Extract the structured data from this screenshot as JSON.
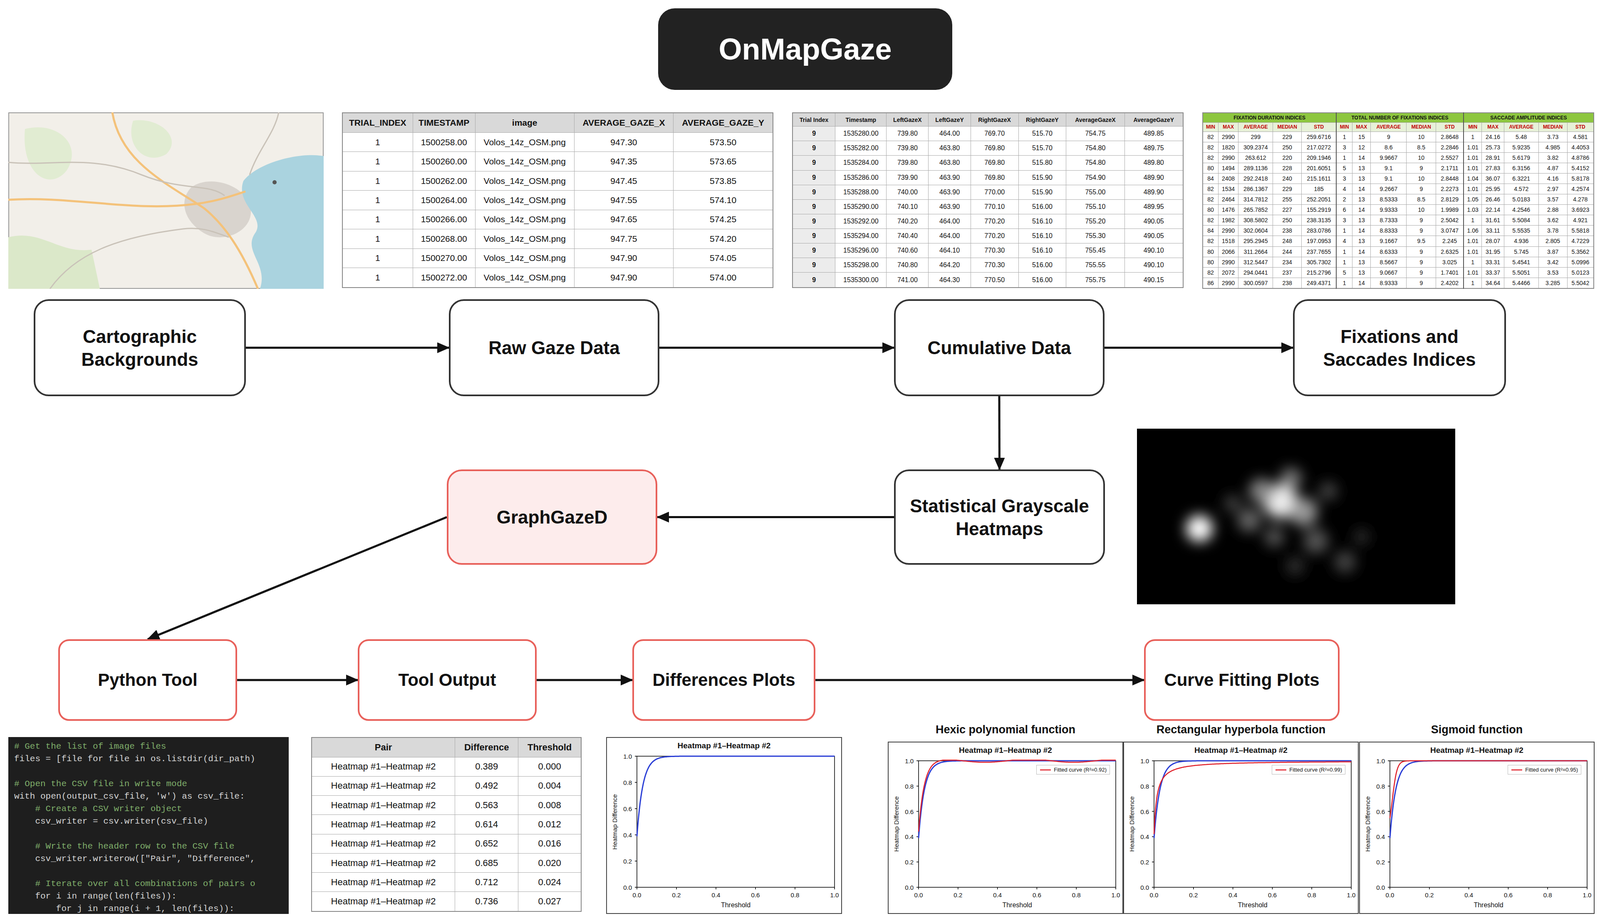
{
  "diagram": {
    "title": "OnMapGaze",
    "nodes": [
      {
        "text": [
          "Cartographic Backgrounds"
        ]
      },
      {
        "text": [
          "Raw Gaze Data"
        ]
      },
      {
        "text": [
          "Cumulative Data"
        ]
      },
      {
        "text": [
          "Fixations and Saccades Indices"
        ]
      },
      {
        "text": [
          "GraphGazeD"
        ]
      },
      {
        "text": [
          "Statistical Grayscale Heatmaps"
        ]
      },
      {
        "text": [
          "Python Tool"
        ]
      },
      {
        "text": [
          "Tool Output"
        ]
      },
      {
        "text": [
          "Differences Plots"
        ]
      },
      {
        "text": [
          "Curve Fitting Plots"
        ]
      }
    ],
    "edges": [
      {
        "from": 0,
        "to": 1,
        "arrow": "to"
      },
      {
        "from": 1,
        "to": 2,
        "arrow": "to"
      },
      {
        "from": 2,
        "to": 3,
        "arrow": "to"
      },
      {
        "from": 2,
        "to": 5,
        "arrow": "to"
      },
      {
        "from": 5,
        "to": 4,
        "arrow": "to"
      },
      {
        "from": 4,
        "to": 6,
        "arrow": "to"
      },
      {
        "from": 6,
        "to": 7,
        "arrow": "to"
      },
      {
        "from": 7,
        "to": 8,
        "arrow": "to"
      },
      {
        "from": 8,
        "to": 9,
        "arrow": "to"
      }
    ],
    "labels": [
      "TRIAL_INDEX",
      "TIMESTAMP",
      "image",
      "AVERAGE_GAZE_X",
      "AVERAGE_GAZE_Y",
      "1",
      "1500258.00",
      "Volos_14z_OSM.png",
      "947.30",
      "573.50",
      "1",
      "1500260.00",
      "Volos_14z_OSM.png",
      "947.35",
      "573.65",
      "1",
      "1500262.00",
      "Volos_14z_OSM.png",
      "947.45",
      "573.85",
      "1",
      "1500264.00",
      "Volos_14z_OSM.png",
      "947.55",
      "574.10",
      "1",
      "1500266.00",
      "Volos_14z_OSM.png",
      "947.65",
      "574.25",
      "1",
      "1500268.00",
      "Volos_14z_OSM.png",
      "947.75",
      "574.20",
      "1",
      "1500270.00",
      "Volos_14z_OSM.png",
      "947.90",
      "574.05",
      "1",
      "1500272.00",
      "Volos_14z_OSM.png",
      "947.90",
      "574.00",
      "Trial Index",
      "Timestamp",
      "LeftGazeX",
      "LeftGazeY",
      "RightGazeX",
      "RightGazeY",
      "AverageGazeX",
      "AverageGazeY",
      "9",
      "1535280.00",
      "739.80",
      "464.00",
      "769.70",
      "515.70",
      "754.75",
      "489.85",
      "9",
      "1535282.00",
      "739.80",
      "463.80",
      "769.80",
      "515.70",
      "754.80",
      "489.75",
      "9",
      "1535284.00",
      "739.80",
      "463.80",
      "769.80",
      "515.80",
      "754.80",
      "489.80",
      "9",
      "1535286.00",
      "739.90",
      "463.90",
      "769.80",
      "515.90",
      "754.90",
      "489.90",
      "9",
      "1535288.00",
      "740.00",
      "463.90",
      "770.00",
      "515.90",
      "755.00",
      "489.90",
      "9",
      "1535290.00",
      "740.10",
      "463.90",
      "770.10",
      "516.00",
      "755.10",
      "489.95",
      "9",
      "1535292.00",
      "740.20",
      "464.00",
      "770.20",
      "516.10",
      "755.20",
      "490.05",
      "9",
      "1535294.00",
      "740.40",
      "464.00",
      "770.20",
      "516.10",
      "755.30",
      "490.05",
      "9",
      "1535296.00",
      "740.60",
      "464.10",
      "770.30",
      "516.10",
      "755.45",
      "490.10",
      "9",
      "1535298.00",
      "740.80",
      "464.20",
      "770.30",
      "516.00",
      "755.55",
      "490.10",
      "9",
      "1535300.00",
      "741.00",
      "464.30",
      "770.50",
      "516.00",
      "755.75",
      "490.15",
      "FIXATION DURATION INDICES",
      "TOTAL NUMBER OF FIXATIONS INDICES",
      "SACCADE AMPLITUDE INDICES",
      "MIN",
      "MAX",
      "AVERAGE",
      "MEDIAN",
      "STD",
      "MIN",
      "MAX",
      "AVERAGE",
      "MEDIAN",
      "STD",
      "MIN",
      "MAX",
      "AVERAGE",
      "MEDIAN",
      "STD",
      "82",
      "2990",
      "299",
      "229",
      "259.6716",
      "1",
      "15",
      "9",
      "10",
      "2.8648",
      "1",
      "24.16",
      "5.48",
      "3.73",
      "4.581",
      "82",
      "1820",
      "309.2374",
      "250",
      "217.0272",
      "3",
      "12",
      "8.6",
      "8.5",
      "2.2846",
      "1.01",
      "25.73",
      "5.9235",
      "4.985",
      "4.4053",
      "82",
      "2990",
      "263.612",
      "220",
      "209.1946",
      "1",
      "14",
      "9.9667",
      "10",
      "2.5527",
      "1.01",
      "28.91",
      "5.6179",
      "3.82",
      "4.8786",
      "80",
      "1494",
      "289.1136",
      "228",
      "201.6051",
      "5",
      "13",
      "9.1",
      "9",
      "2.1711",
      "1.01",
      "27.83",
      "6.3156",
      "4.87",
      "5.4152",
      "84",
      "2408",
      "292.2418",
      "240",
      "215.1611",
      "3",
      "13",
      "9.1",
      "10",
      "2.8448",
      "1.04",
      "36.07",
      "6.3221",
      "4.16",
      "5.8178",
      "82",
      "1534",
      "286.1367",
      "229",
      "185",
      "4",
      "14",
      "9.2667",
      "9",
      "2.2273",
      "1.01",
      "25.95",
      "4.572",
      "2.97",
      "4.2574",
      "82",
      "2464",
      "314.7812",
      "255",
      "252.2051",
      "2",
      "13",
      "8.5333",
      "8.5",
      "2.8129",
      "1.05",
      "26.46",
      "5.0183",
      "3.57",
      "4.278",
      "80",
      "1476",
      "265.7852",
      "227",
      "155.2919",
      "6",
      "14",
      "9.9333",
      "10",
      "1.9989",
      "1.03",
      "22.14",
      "4.2546",
      "2.88",
      "3.6923",
      "82",
      "1982",
      "308.5802",
      "250",
      "238.3135",
      "3",
      "13",
      "8.7333",
      "9",
      "2.5042",
      "1",
      "31.61",
      "5.5084",
      "3.62",
      "4.921",
      "84",
      "2990",
      "302.0604",
      "238",
      "283.0786",
      "1",
      "14",
      "8.8333",
      "9",
      "3.0747",
      "1.06",
      "33.11",
      "5.5535",
      "3.78",
      "5.5818",
      "82",
      "1518",
      "295.2945",
      "248",
      "197.0953",
      "4",
      "13",
      "9.1667",
      "9.5",
      "2.245",
      "1.01",
      "28.07",
      "4.936",
      "2.805",
      "4.7229",
      "80",
      "2066",
      "311.2664",
      "244",
      "237.7655",
      "1",
      "14",
      "8.6333",
      "9",
      "2.6325",
      "1.01",
      "31.95",
      "5.745",
      "3.87",
      "5.3562",
      "80",
      "2990",
      "312.5447",
      "234",
      "305.7302",
      "1",
      "13",
      "8.5667",
      "9",
      "3.025",
      "1",
      "33.31",
      "5.4541",
      "3.42",
      "5.0996",
      "82",
      "2072",
      "294.0441",
      "237",
      "215.2796",
      "5",
      "13",
      "9.0667",
      "9",
      "1.7401",
      "1.01",
      "33.37",
      "5.5051",
      "3.53",
      "5.0123",
      "86",
      "2990",
      "300.0597",
      "238",
      "249.4371",
      "1",
      "14",
      "8.9333",
      "9",
      "2.4202",
      "1",
      "34.64",
      "5.4466",
      "3.285",
      "5.5042",
      "# Get the list of image files",
      "files = [file for file in os.listdir(dir_path)",
      "# Open the CSV file in write mode",
      "with open(output_csv_file, 'w') as csv_file:",
      "    # Create a CSV writer object",
      "    csv_writer = csv.writer(csv_file)",
      "    # Write the header row to the CSV file",
      "    csv_writer.writerow([\"Pair\", \"Difference\",",
      "    # Iterate over all combinations of pairs o",
      "    for i in range(len(files)):",
      "        for j in range(i + 1, len(files)):",
      "Pair",
      "Difference",
      "Threshold",
      "Heatmap #1–Heatmap #2",
      "0.389",
      "0.000",
      "Heatmap #1–Heatmap #2",
      "0.492",
      "0.004",
      "Heatmap #1–Heatmap #2",
      "0.563",
      "0.008",
      "Heatmap #1–Heatmap #2",
      "0.614",
      "0.012",
      "Heatmap #1–Heatmap #2",
      "0.652",
      "0.016",
      "Heatmap #1–Heatmap #2",
      "0.685",
      "0.020",
      "Heatmap #1–Heatmap #2",
      "0.712",
      "0.024",
      "Heatmap #1–Heatmap #2",
      "0.736",
      "0.027",
      "Heatmap #1–Heatmap #2",
      "Heatmap Difference",
      "Threshold",
      "0.0",
      "0.2",
      "0.4",
      "0.6",
      "0.8",
      "1.0",
      "0.0",
      "0.2",
      "0.4",
      "0.6",
      "0.8",
      "1.0",
      "Hexic polynomial function",
      "Heatmap #1–Heatmap #2",
      "Heatmap Difference",
      "Threshold",
      "0.0",
      "0.2",
      "0.4",
      "0.6",
      "0.8",
      "1.0",
      "0.0",
      "0.2",
      "0.4",
      "0.6",
      "0.8",
      "1.0",
      "Fitted curve (R²=0.92)",
      "Rectangular hyperbola function",
      "Heatmap #1–Heatmap #2",
      "Heatmap Difference",
      "Threshold",
      "0.0",
      "0.2",
      "0.4",
      "0.6",
      "0.8",
      "1.0",
      "0.0",
      "0.2",
      "0.4",
      "0.6",
      "0.8",
      "1.0",
      "Fitted curve (R²=0.99)",
      "Sigmoid function",
      "Heatmap #1–Heatmap #2",
      "Heatmap Difference",
      "Threshold",
      "0.0",
      "0.2",
      "0.4",
      "0.6",
      "0.8",
      "1.0",
      "0.0",
      "0.2",
      "0.4",
      "0.6",
      "0.8",
      "1.0",
      "Fitted curve (R²=0.95)"
    ]
  }
}
